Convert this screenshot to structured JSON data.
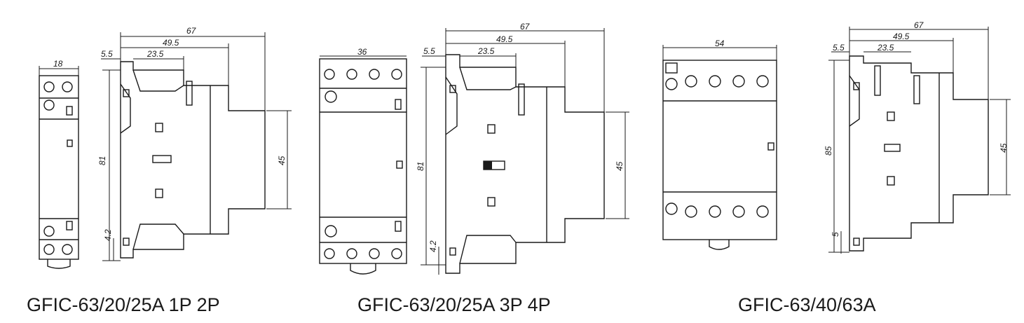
{
  "captions": {
    "g1": "GFIC-63/20/25A 1P 2P",
    "g2": "GFIC-63/20/25A 3P 4P",
    "g3": "GFIC-63/40/63A"
  },
  "dims": {
    "g1": {
      "front_width": "18",
      "depth": "67",
      "depth2": "49.5",
      "d3": "5.5",
      "d4": "23.5",
      "height": "81",
      "rail": "45",
      "foot": "4.2"
    },
    "g2": {
      "front_width": "36",
      "depth": "67",
      "depth2": "49.5",
      "d3": "5.5",
      "d4": "23.5",
      "height": "81",
      "rail": "45",
      "foot": "4.2"
    },
    "g3": {
      "front_width": "54",
      "depth": "67",
      "depth2": "49.5",
      "d3": "5.5",
      "d4": "23.5",
      "height": "85",
      "rail": "45",
      "foot": "5"
    }
  }
}
